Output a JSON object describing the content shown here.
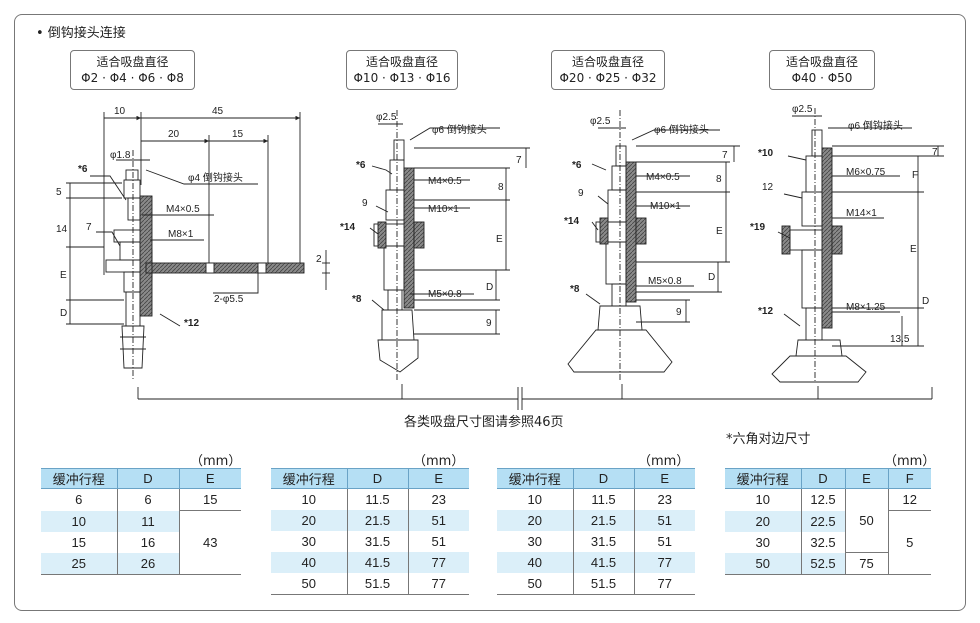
{
  "section_title": "• 倒钩接头连接",
  "spec_boxes": [
    {
      "line1": "适合吸盘直径",
      "line2": "Φ2 · Φ4 · Φ6 · Φ8"
    },
    {
      "line1": "适合吸盘直径",
      "line2": "Φ10 · Φ13 · Φ16"
    },
    {
      "line1": "适合吸盘直径",
      "line2": "Φ20 · Φ25 · Φ32"
    },
    {
      "line1": "适合吸盘直径",
      "line2": "Φ40 · Φ50"
    }
  ],
  "drawings": {
    "d1": [
      "10",
      "45",
      "20",
      "15",
      "φ1.8",
      "*6",
      "5",
      "14",
      "7",
      "φ4 倒钩接头",
      "M4×0.5",
      "M8×1",
      "E",
      "2",
      "2-φ5.5",
      "D",
      "*12"
    ],
    "d2": [
      "φ2.5",
      "φ6 倒钩接头",
      "*6",
      "7",
      "M4×0.5",
      "8",
      "9",
      "M10×1",
      "*14",
      "E",
      "D",
      "M5×0.8",
      "*8",
      "9"
    ],
    "d3": [
      "φ2.5",
      "φ6 倒钩接头",
      "*6",
      "7",
      "M4×0.5",
      "8",
      "9",
      "M10×1",
      "*14",
      "E",
      "D",
      "M5×0.8",
      "*8",
      "9"
    ],
    "d4": [
      "φ2.5",
      "φ6 倒钩接头",
      "*10",
      "7",
      "M6×0.75",
      "F",
      "12",
      "M14×1",
      "*19",
      "E",
      "D",
      "M8×1.25",
      "*12",
      "13.5"
    ]
  },
  "reference_note": "各类吸盘尺寸图请参照46页",
  "hex_note": "*六角对边尺寸",
  "unit_label": "（mm）",
  "tables": [
    {
      "headers": [
        "缓冲行程",
        "D",
        "E"
      ],
      "rows": [
        [
          "6",
          "6",
          "15"
        ],
        [
          "10",
          "11",
          ""
        ],
        [
          "15",
          "16",
          "43"
        ],
        [
          "25",
          "26",
          ""
        ]
      ]
    },
    {
      "headers": [
        "缓冲行程",
        "D",
        "E"
      ],
      "rows": [
        [
          "10",
          "11.5",
          "23"
        ],
        [
          "20",
          "21.5",
          "51"
        ],
        [
          "30",
          "31.5",
          "51"
        ],
        [
          "40",
          "41.5",
          "77"
        ],
        [
          "50",
          "51.5",
          "77"
        ]
      ]
    },
    {
      "headers": [
        "缓冲行程",
        "D",
        "E"
      ],
      "rows": [
        [
          "10",
          "11.5",
          "23"
        ],
        [
          "20",
          "21.5",
          "51"
        ],
        [
          "30",
          "31.5",
          "51"
        ],
        [
          "40",
          "41.5",
          "77"
        ],
        [
          "50",
          "51.5",
          "77"
        ]
      ]
    },
    {
      "headers": [
        "缓冲行程",
        "D",
        "E",
        "F"
      ],
      "rows": [
        [
          "10",
          "12.5",
          "",
          "12"
        ],
        [
          "20",
          "22.5",
          "50",
          ""
        ],
        [
          "30",
          "32.5",
          "",
          "5"
        ],
        [
          "50",
          "52.5",
          "75",
          ""
        ]
      ]
    }
  ]
}
